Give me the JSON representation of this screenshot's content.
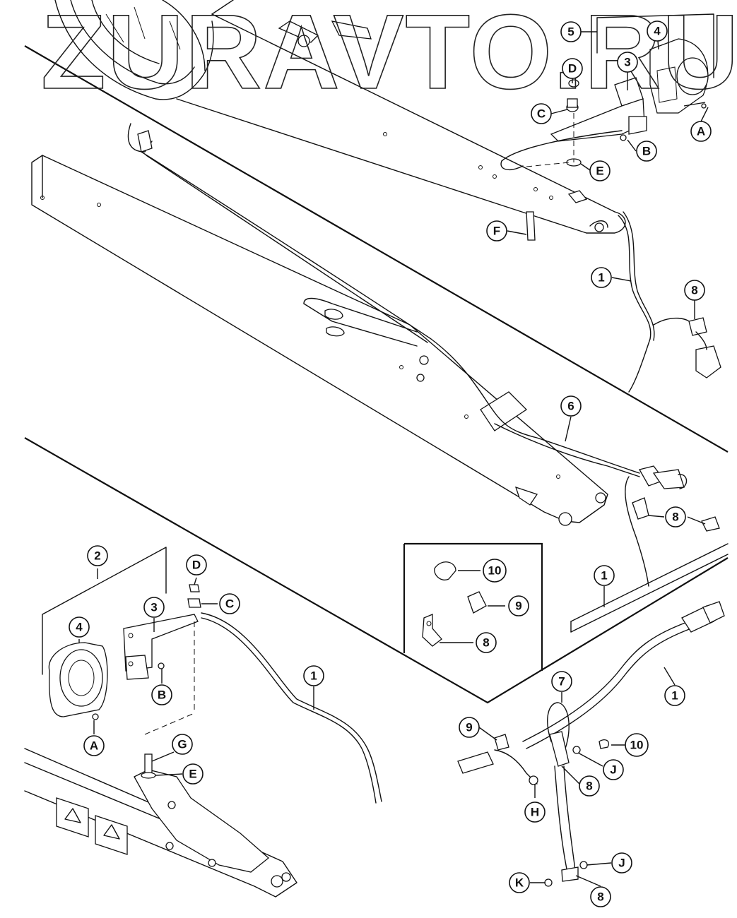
{
  "watermark": "ZURAVTO.RU",
  "callouts": {
    "c1a": "1",
    "c1b": "1",
    "c1c": "1",
    "c1d": "1",
    "c2": "2",
    "c3a": "3",
    "c3b": "3",
    "c4a": "4",
    "c4b": "4",
    "c5": "5",
    "c6": "6",
    "c7": "7",
    "c8a": "8",
    "c8b": "8",
    "c8c": "8",
    "c8d": "8",
    "c8e": "8",
    "c9a": "9",
    "c9b": "9",
    "c10a": "10",
    "c10b": "10",
    "cA1": "A",
    "cA2": "A",
    "cB1": "B",
    "cB2": "B",
    "cC1": "C",
    "cC2": "C",
    "cD1": "D",
    "cD2": "D",
    "cE1": "E",
    "cE2": "E",
    "cF": "F",
    "cG": "G",
    "cH": "H",
    "cJ1": "J",
    "cJ2": "J",
    "cK": "K"
  }
}
